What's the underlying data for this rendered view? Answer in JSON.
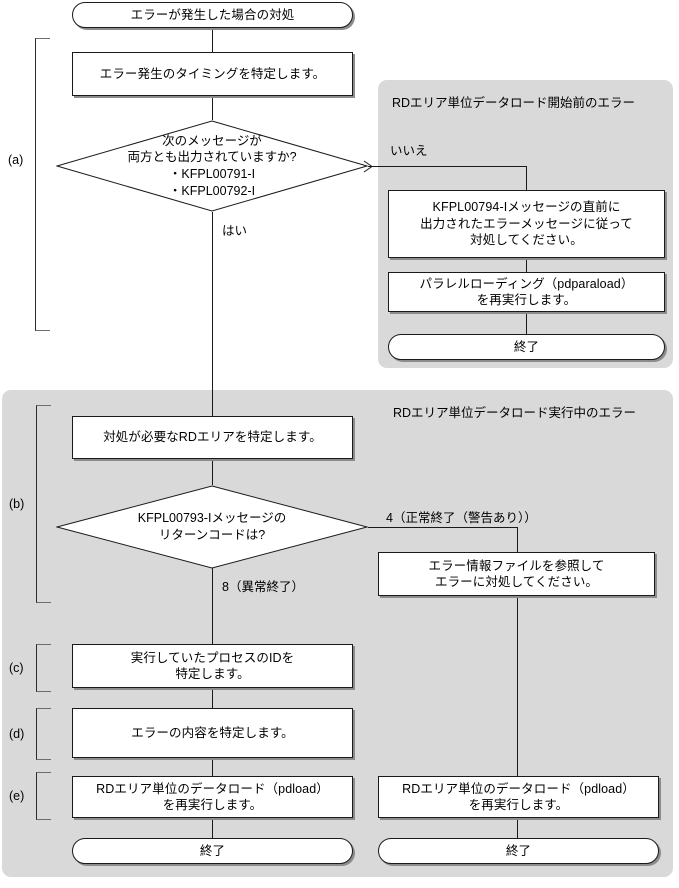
{
  "diagram": {
    "title": "エラーが発生した場合の対処",
    "panels": [
      {
        "id": "panel-before-load",
        "caption": "RDエリア単位データロード開始前のエラー"
      },
      {
        "id": "panel-during-load",
        "caption": "RDエリア単位データロード実行中のエラー"
      }
    ],
    "brackets": [
      {
        "id": "a",
        "label": "(a)"
      },
      {
        "id": "b",
        "label": "(b)"
      },
      {
        "id": "c",
        "label": "(c)"
      },
      {
        "id": "d",
        "label": "(d)"
      },
      {
        "id": "e",
        "label": "(e)"
      }
    ],
    "nodes": {
      "start": "エラーが発生した場合の対処",
      "step_a1": "エラー発生のタイミングを特定します。",
      "decision_a": "次のメッセージが\n両方とも出力されていますか?\n・KFPL00791-I\n・KFPL00792-I",
      "right_a1": "KFPL00794-Iメッセージの直前に\n出力されたエラーメッセージに従って\n対処してください。",
      "right_a2": "パラレルローディング（pdparaload）\nを再実行します。",
      "end_a": "終了",
      "step_b1": "対処が必要なRDエリアを特定します。",
      "decision_b": "KFPL00793-Iメッセージの\nリターンコードは?",
      "right_b1": "エラー情報ファイルを参照して\nエラーに対処してください。",
      "step_c1": "実行していたプロセスのIDを\n特定します。",
      "step_d1": "エラーの内容を特定します。",
      "step_e1": "RDエリア単位のデータロード（pdload）\nを再実行します。",
      "end_e": "終了",
      "right_e1": "RDエリア単位のデータロード（pdload）\nを再実行します。",
      "end_right": "終了"
    },
    "edge_labels": {
      "a_no": "いいえ",
      "a_yes": "はい",
      "b_rc4": "4（正常終了（警告あり））",
      "b_rc8": "8（異常終了）"
    },
    "colors": {
      "panel_fill": "#d9d9d9",
      "node_fill": "#ffffff",
      "stroke": "#1a1a1a",
      "shadow": "#8c8c8c",
      "text": "#000000"
    }
  }
}
